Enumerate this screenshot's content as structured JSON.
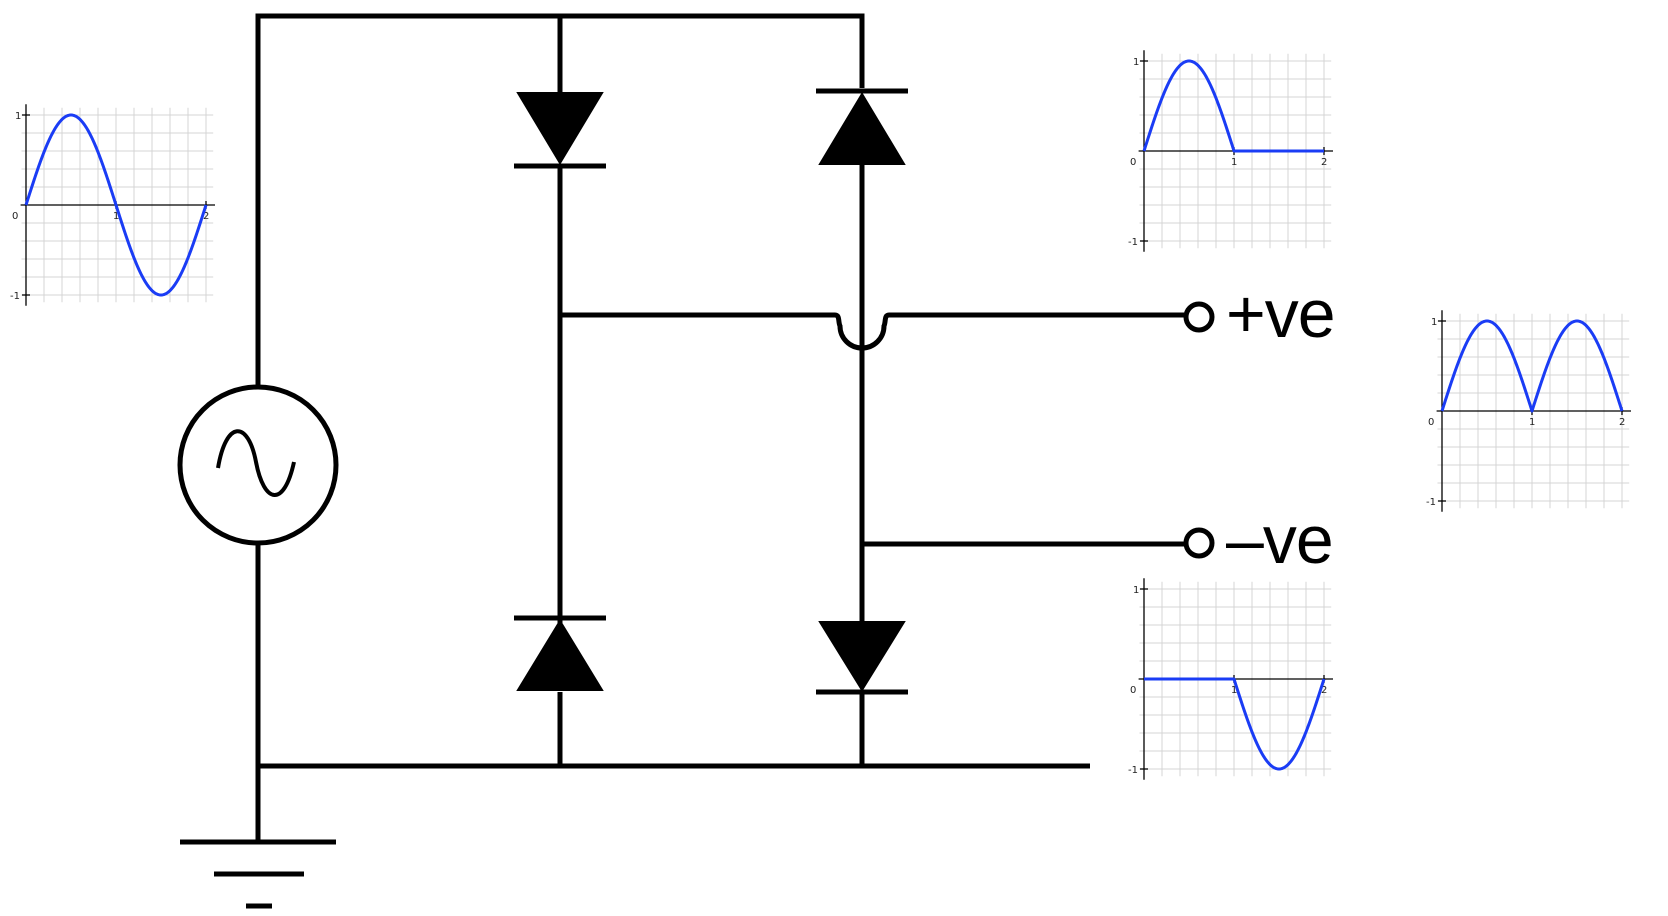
{
  "terminals": {
    "positive_label": "+ve",
    "negative_label": "–ve"
  },
  "colors": {
    "wire": "#000000",
    "wave": "#1a3cf5",
    "grid": "#d4d4d4",
    "axis": "#000000",
    "background": "#ffffff"
  },
  "chart_data": [
    {
      "type": "line",
      "title": "",
      "xlabel": "",
      "ylabel": "",
      "xlim": [
        0,
        2
      ],
      "ylim": [
        -1,
        1
      ],
      "xticks": [
        "0",
        "1",
        "2"
      ],
      "yticks": [
        "1",
        "-1"
      ],
      "grid": true,
      "series": [
        {
          "function": "sin(pi*x)",
          "x_range": [
            0,
            2
          ]
        }
      ]
    },
    {
      "type": "line",
      "title": "",
      "xlabel": "",
      "ylabel": "",
      "xlim": [
        0,
        2
      ],
      "ylim": [
        -1,
        1
      ],
      "xticks": [
        "0",
        "1",
        "2"
      ],
      "yticks": [
        "1",
        "-1"
      ],
      "grid": true,
      "series": [
        {
          "function": "max(sin(pi*x), 0)",
          "x_range": [
            0,
            2
          ]
        }
      ]
    },
    {
      "type": "line",
      "title": "",
      "xlabel": "",
      "ylabel": "",
      "xlim": [
        0,
        2
      ],
      "ylim": [
        -1,
        1
      ],
      "xticks": [
        "0",
        "1",
        "2"
      ],
      "yticks": [
        "1",
        "-1"
      ],
      "grid": true,
      "series": [
        {
          "function": "abs(sin(pi*x))",
          "x_range": [
            0,
            2
          ]
        }
      ]
    },
    {
      "type": "line",
      "title": "",
      "xlabel": "",
      "ylabel": "",
      "xlim": [
        0,
        2
      ],
      "ylim": [
        -1,
        1
      ],
      "xticks": [
        "0",
        "1",
        "2"
      ],
      "yticks": [
        "1",
        "-1"
      ],
      "grid": true,
      "series": [
        {
          "function": "min(sin(pi*x), 0)",
          "x_range": [
            0,
            2
          ]
        }
      ]
    }
  ]
}
